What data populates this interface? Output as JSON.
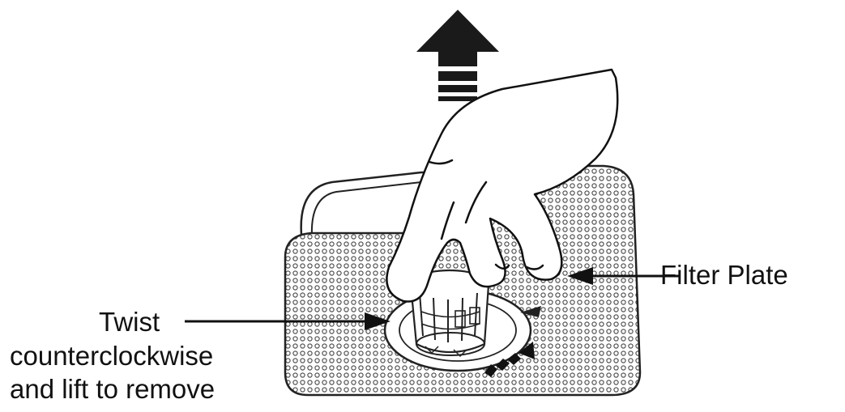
{
  "labels": {
    "filter_plate": "Filter Plate",
    "twist_line1": "Twist",
    "twist_line2": "counterclockwise",
    "twist_line3": "and lift to remove"
  },
  "colors": {
    "ink": "#111111",
    "background": "#ffffff",
    "arrow_fill": "#1a1a1a",
    "mesh": "#444444"
  },
  "icons": {
    "up_arrow": "up-arrow-icon",
    "rotate_arrow": "rotation-direction-arrow-icon"
  }
}
